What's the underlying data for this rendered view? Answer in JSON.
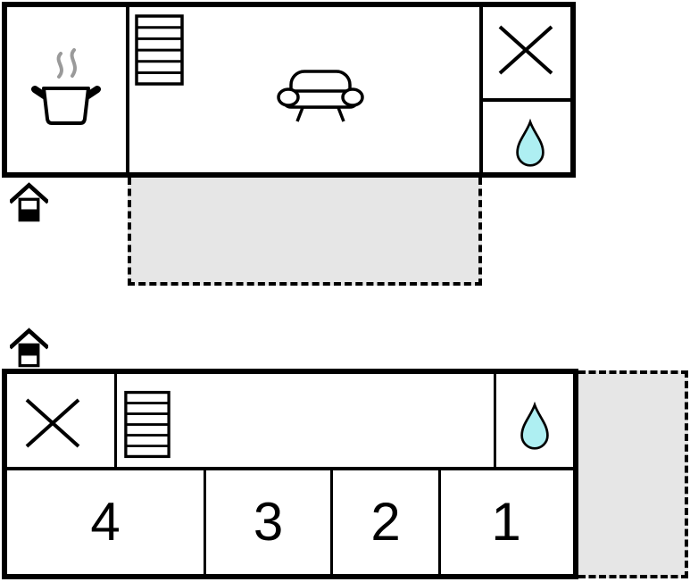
{
  "floorplan": {
    "ground_floor": {
      "level_indicator_icon": "house-ground-floor-icon",
      "icons": [
        "cooking-pot-icon",
        "stairs-icon",
        "sofa-icon",
        "cross-icon",
        "water-drop-icon"
      ],
      "terrace": {
        "style": "dashed-outline",
        "fill": "#e6e6e6"
      }
    },
    "upper_floor": {
      "level_indicator_icon": "house-upper-floor-icon",
      "icons": [
        "cross-icon",
        "stairs-icon",
        "water-drop-icon"
      ],
      "rooms": [
        {
          "label": "4"
        },
        {
          "label": "3"
        },
        {
          "label": "2"
        },
        {
          "label": "1"
        }
      ],
      "balcony": {
        "style": "dashed-outline",
        "fill": "#e6e6e6"
      }
    },
    "colors": {
      "wall": "#000000",
      "outdoor_fill": "#e6e6e6",
      "water_drop_fill": "#aeeff2",
      "steam": "#9a9a9a"
    }
  }
}
